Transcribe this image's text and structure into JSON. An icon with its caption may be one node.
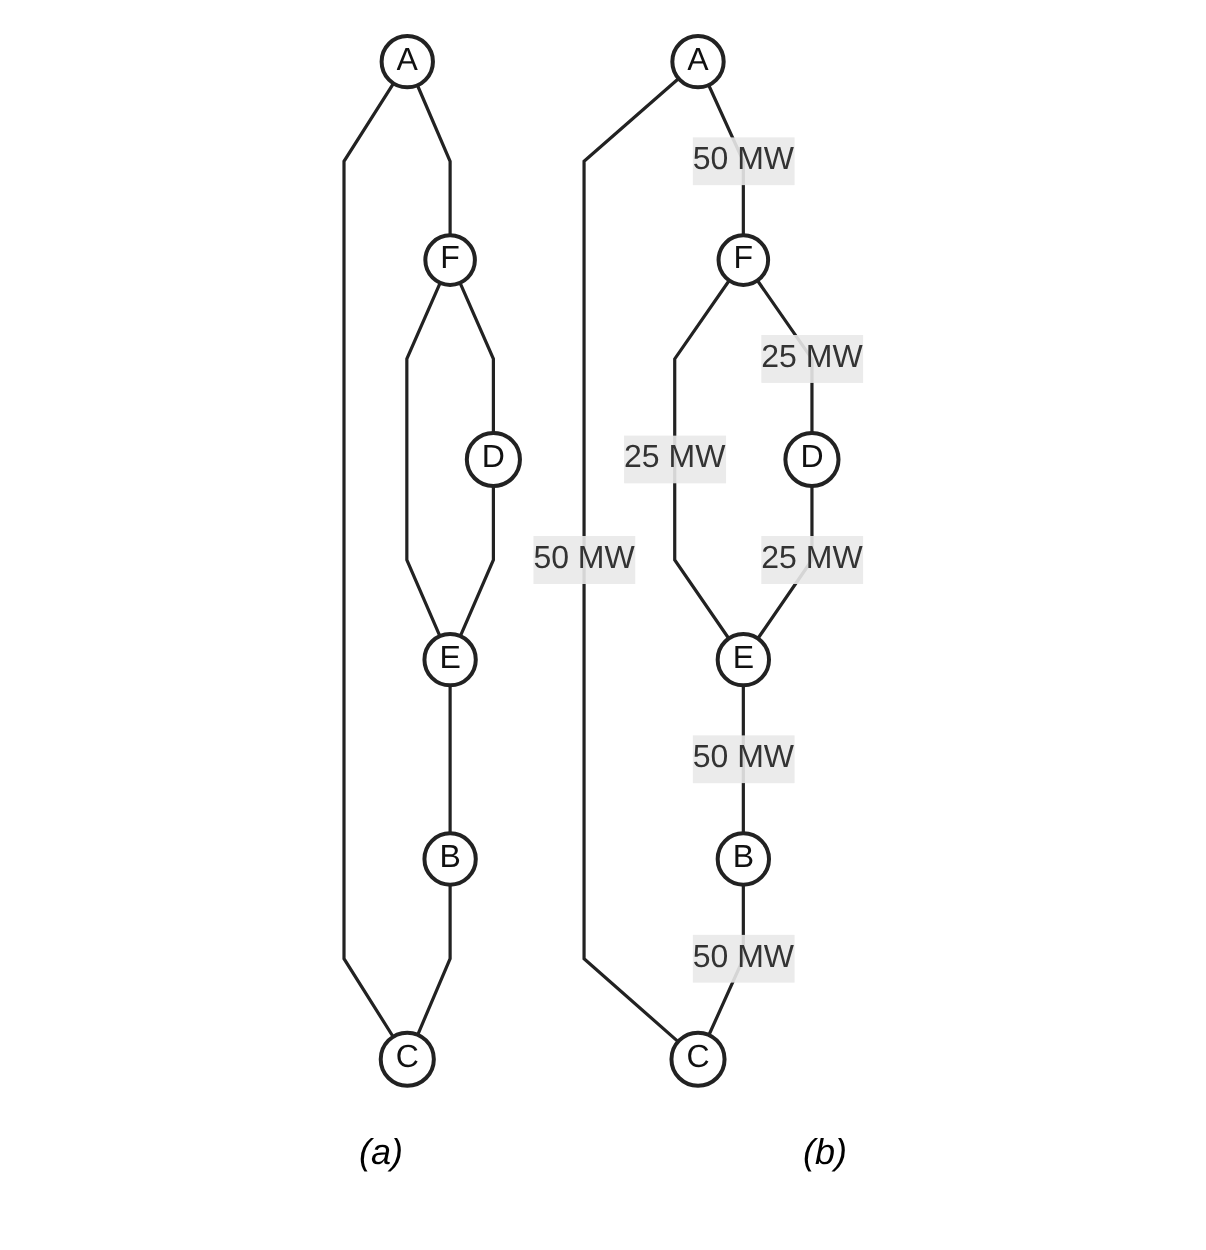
{
  "diagram": {
    "nodes": [
      {
        "text": [
          "A"
        ]
      },
      {
        "text": [
          "C"
        ]
      },
      {
        "text": [
          "F"
        ]
      },
      {
        "text": [
          "D"
        ]
      },
      {
        "text": [
          "E"
        ]
      },
      {
        "text": [
          "B"
        ]
      },
      {
        "text": [
          "A"
        ]
      },
      {
        "text": [
          "C"
        ]
      },
      {
        "text": [
          "F"
        ]
      },
      {
        "text": [
          "D"
        ]
      },
      {
        "text": [
          "E"
        ]
      },
      {
        "text": [
          "B"
        ]
      }
    ],
    "edges": [
      {
        "from": 0,
        "to": 2,
        "arrow": "none"
      },
      {
        "from": 0,
        "to": 1,
        "arrow": "none"
      },
      {
        "from": 2,
        "to": 3,
        "arrow": "none"
      },
      {
        "from": 2,
        "to": 4,
        "arrow": "none"
      },
      {
        "from": 3,
        "to": 4,
        "arrow": "none"
      },
      {
        "from": 4,
        "to": 5,
        "arrow": "none"
      },
      {
        "from": 5,
        "to": 1,
        "arrow": "none"
      },
      {
        "from": 6,
        "to": 8,
        "arrow": "none",
        "label": "50 MW"
      },
      {
        "from": 6,
        "to": 7,
        "arrow": "none",
        "label": "50 MW"
      },
      {
        "from": 8,
        "to": 10,
        "arrow": "none",
        "label": "25 MW"
      },
      {
        "from": 8,
        "to": 9,
        "arrow": "none",
        "label": "25 MW"
      },
      {
        "from": 9,
        "to": 10,
        "arrow": "none",
        "label": "25 MW"
      },
      {
        "from": 10,
        "to": 11,
        "arrow": "none",
        "label": "50 MW"
      },
      {
        "from": 11,
        "to": 7,
        "arrow": "none",
        "label": "50 MW"
      }
    ],
    "labels": [
      "(a)",
      "(b)"
    ]
  }
}
